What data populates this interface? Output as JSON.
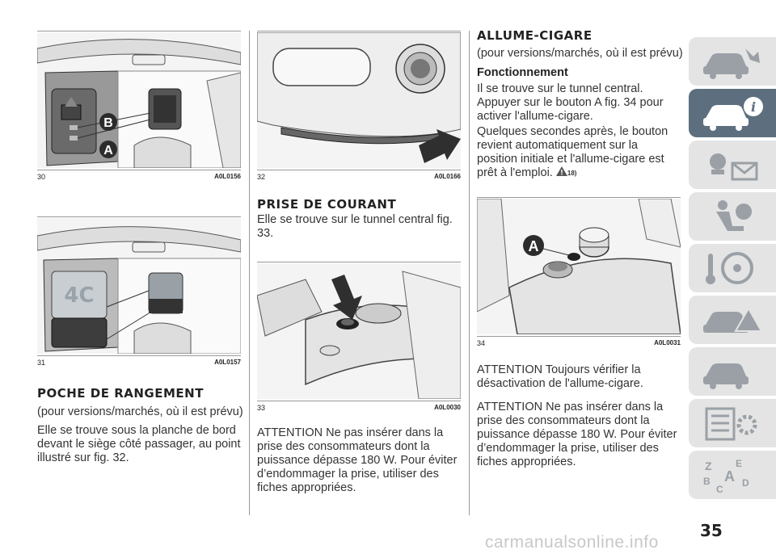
{
  "figures": {
    "f30": {
      "num": "30",
      "code": "A0L0156",
      "label_b": "B",
      "label_a": "A"
    },
    "f31": {
      "num": "31",
      "code": "A0L0157",
      "badge": "4C"
    },
    "f32": {
      "num": "32",
      "code": "A0L0166"
    },
    "f33": {
      "num": "33",
      "code": "A0L0030"
    },
    "f34": {
      "num": "34",
      "code": "A0L0031",
      "label_a": "A"
    }
  },
  "col1": {
    "heading": "POCHE DE RANGEMENT",
    "p1": "(pour versions/marchés, où il est prévu)",
    "p2": "Elle se trouve sous la planche de bord devant le siège côté passager, au point illustré sur fig. 32."
  },
  "col2": {
    "heading": "PRISE DE COURANT",
    "p1": "Elle se trouve sur le tunnel central fig. 33.",
    "p2": "ATTENTION Ne pas insérer dans la prise des consommateurs dont la puissance dépasse 180 W. Pour éviter d’endommager la prise, utiliser des fiches appropriées."
  },
  "col3": {
    "heading": "ALLUME-CIGARE",
    "p1": "(pour versions/marchés, où il est prévu)",
    "subheading": "Fonctionnement",
    "p2": "Il se trouve sur le tunnel central. Appuyer sur le bouton A fig. 34 pour activer l'allume-cigare.",
    "p3": "Quelques secondes après, le bouton revient automatiquement sur la position initiale et l'allume-cigare est prêt à l'emploi.",
    "note_ref": "18)",
    "p4": "ATTENTION Toujours vérifier la désactivation de l'allume-cigare.",
    "p5": "ATTENTION Ne pas insérer dans la prise des consommateurs dont la puissance dépasse 180 W. Pour éviter d’endommager la prise, utiliser des fiches appropriées."
  },
  "page_number": "35",
  "watermark": "carmanualsonline.info",
  "sidebar_tabs": [
    "car-wrench-icon",
    "car-info-icon",
    "warning-lights-icon",
    "airbag-seat-icon",
    "steering-key-icon",
    "car-accident-icon",
    "car-service-icon",
    "specs-list-icon",
    "alphabet-index-icon"
  ],
  "colors": {
    "active_tab": "#5d6f7e",
    "tab": "#e4e4e4",
    "icon": "#9aa0a6"
  }
}
